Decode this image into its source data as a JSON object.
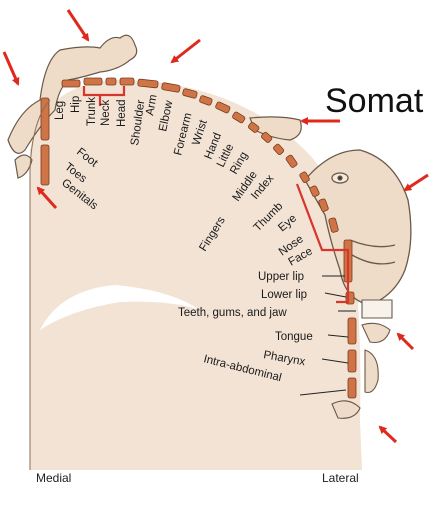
{
  "title": "Somat",
  "axis": {
    "medial": "Medial",
    "lateral": "Lateral"
  },
  "arc_labels": [
    "Leg",
    "Hip",
    "Trunk",
    "Neck",
    "Head",
    "Shoulder",
    "Arm",
    "Elbow",
    "Forearm",
    "Wrist",
    "Hand",
    "Little",
    "Ring",
    "Middle",
    "Index",
    "Thumb",
    "Eye",
    "Nose",
    "Face"
  ],
  "left_labels": [
    "Foot",
    "Toes",
    "Genitals"
  ],
  "lateral_labels": [
    "Upper lip",
    "Lower lip",
    "Teeth, gums, and jaw",
    "Tongue",
    "Pharynx",
    "Intra-abdominal"
  ],
  "extra_label": "Fingers",
  "colors": {
    "cortex": "#f2e3d5",
    "band": "#cf7446",
    "arrow": "#e0291c",
    "highlight": "#d9352a",
    "homunculus": "#eedcc9"
  }
}
